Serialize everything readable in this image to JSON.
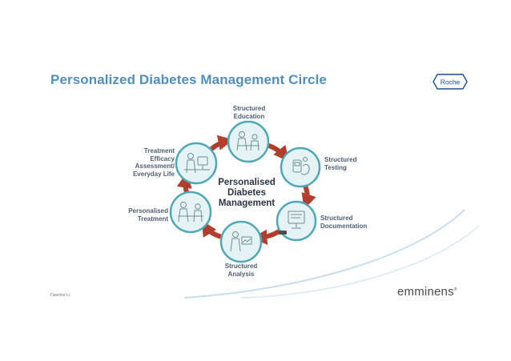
{
  "slide": {
    "title": "Personalized Diabetes Management Circle",
    "footer_text": "Dateline t.c",
    "roche_logo_text": "Roche",
    "emminens_logo_text": "emminens",
    "emminens_mark": "®"
  },
  "diagram": {
    "center_label": "Personalised\nDiabetes\nManagement",
    "nodes": [
      {
        "label": "Structured\nEducation",
        "icon": "teacher-student-icon"
      },
      {
        "label": "Structured\nTesting",
        "icon": "glucose-meter-icon"
      },
      {
        "label": "Structured\nDocumentation",
        "icon": "computer-monitor-icon"
      },
      {
        "label": "Structured\nAnalysis",
        "icon": "data-analysis-icon"
      },
      {
        "label": "Personalised\nTreatment",
        "icon": "doctor-patient-icon"
      },
      {
        "label": "Treatment\nEfficacy\nAssessment/\nEveryday Life",
        "icon": "everyday-life-icon"
      }
    ]
  },
  "colors": {
    "title": "#4f8fc0",
    "circle_border": "#4ea8b6",
    "circle_fill": "#e6f3f4",
    "arrow": "#b23f2d",
    "roche_blue": "#1a4fa0",
    "swoosh": "#c8dfe9"
  }
}
